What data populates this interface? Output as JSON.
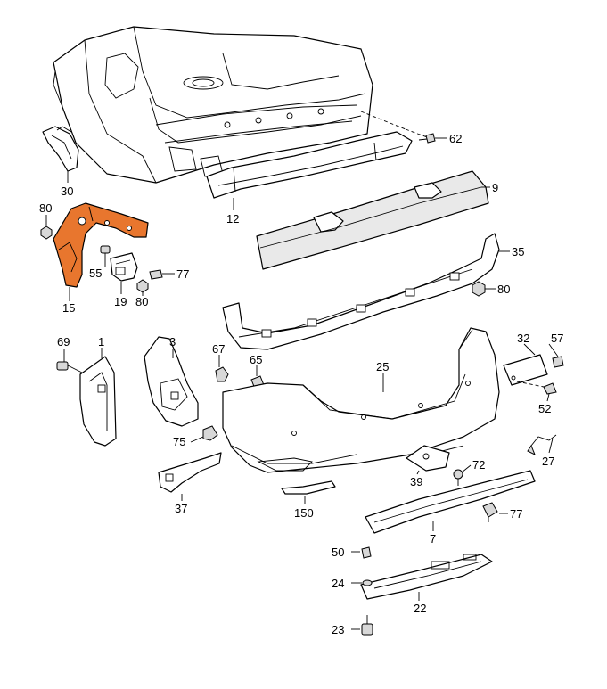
{
  "diagram": {
    "highlight_color": "#e8762e",
    "callouts": [
      {
        "id": "c62",
        "label": "62"
      },
      {
        "id": "c30",
        "label": "30"
      },
      {
        "id": "c9",
        "label": "9"
      },
      {
        "id": "c12",
        "label": "12"
      },
      {
        "id": "c80a",
        "label": "80"
      },
      {
        "id": "c35",
        "label": "35"
      },
      {
        "id": "c55",
        "label": "55"
      },
      {
        "id": "c77a",
        "label": "77"
      },
      {
        "id": "c15",
        "label": "15"
      },
      {
        "id": "c19",
        "label": "19"
      },
      {
        "id": "c80b",
        "label": "80"
      },
      {
        "id": "c80c",
        "label": "80"
      },
      {
        "id": "c69",
        "label": "69"
      },
      {
        "id": "c1",
        "label": "1"
      },
      {
        "id": "c3",
        "label": "3"
      },
      {
        "id": "c67",
        "label": "67"
      },
      {
        "id": "c65",
        "label": "65"
      },
      {
        "id": "c25",
        "label": "25"
      },
      {
        "id": "c32",
        "label": "32"
      },
      {
        "id": "c57",
        "label": "57"
      },
      {
        "id": "c52",
        "label": "52"
      },
      {
        "id": "c75",
        "label": "75"
      },
      {
        "id": "c27",
        "label": "27"
      },
      {
        "id": "c72",
        "label": "72"
      },
      {
        "id": "c39",
        "label": "39"
      },
      {
        "id": "c37",
        "label": "37"
      },
      {
        "id": "c150",
        "label": "150"
      },
      {
        "id": "c77b",
        "label": "77"
      },
      {
        "id": "c7",
        "label": "7"
      },
      {
        "id": "c50",
        "label": "50"
      },
      {
        "id": "c24",
        "label": "24"
      },
      {
        "id": "c22",
        "label": "22"
      },
      {
        "id": "c23",
        "label": "23"
      }
    ]
  }
}
